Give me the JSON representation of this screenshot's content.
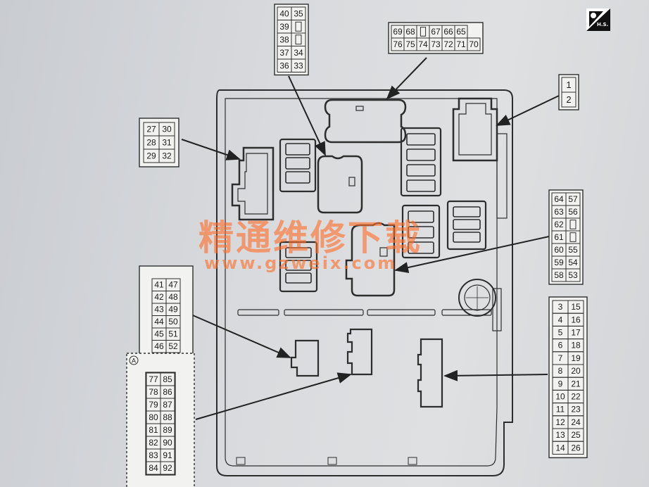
{
  "header": {
    "icon_label": "H.S."
  },
  "watermark": {
    "chinese": "精通维修下载",
    "url": "www.gzweix.com"
  },
  "connector_top": {
    "rows": [
      [
        "69",
        "68",
        "",
        "67",
        "66",
        "65"
      ],
      [
        "76",
        "75",
        "74",
        "73",
        "72",
        "71",
        "70"
      ]
    ]
  },
  "connector_a": {
    "rows": [
      [
        "40",
        "35"
      ],
      [
        "39",
        ""
      ],
      [
        "38",
        ""
      ],
      [
        "37",
        "34"
      ],
      [
        "36",
        "33"
      ]
    ]
  },
  "connector_b": {
    "rows": [
      [
        "1"
      ],
      [
        "2"
      ]
    ]
  },
  "connector_c": {
    "rows": [
      [
        "27",
        "30"
      ],
      [
        "28",
        "31"
      ],
      [
        "29",
        "32"
      ]
    ]
  },
  "connector_d": {
    "rows": [
      [
        "64",
        "57"
      ],
      [
        "63",
        "56"
      ],
      [
        "62",
        ""
      ],
      [
        "61",
        ""
      ],
      [
        "60",
        "55"
      ],
      [
        "59",
        "54"
      ],
      [
        "58",
        "53"
      ]
    ]
  },
  "connector_e": {
    "rows": [
      [
        "41",
        "47"
      ],
      [
        "42",
        "48"
      ],
      [
        "43",
        "49"
      ],
      [
        "44",
        "50"
      ],
      [
        "45",
        "51"
      ],
      [
        "46",
        "52"
      ]
    ]
  },
  "connector_f": {
    "mark": "A",
    "rows": [
      [
        "77",
        "85"
      ],
      [
        "78",
        "86"
      ],
      [
        "79",
        "87"
      ],
      [
        "80",
        "88"
      ],
      [
        "81",
        "89"
      ],
      [
        "82",
        "90"
      ],
      [
        "83",
        "91"
      ],
      [
        "84",
        "92"
      ]
    ]
  },
  "connector_g": {
    "rows": [
      [
        "3",
        "15"
      ],
      [
        "4",
        "16"
      ],
      [
        "5",
        "17"
      ],
      [
        "6",
        "18"
      ],
      [
        "7",
        "19"
      ],
      [
        "8",
        "20"
      ],
      [
        "9",
        "21"
      ],
      [
        "10",
        "22"
      ],
      [
        "11",
        "23"
      ],
      [
        "12",
        "24"
      ],
      [
        "13",
        "25"
      ],
      [
        "14",
        "26"
      ]
    ]
  }
}
